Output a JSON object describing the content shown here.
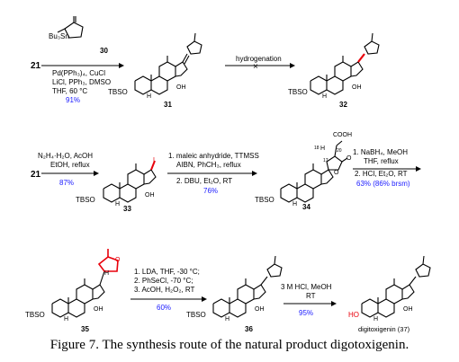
{
  "colors": {
    "bond": "#000000",
    "blue": "#1a1aff",
    "red": "#e8000b"
  },
  "row1": {
    "start": "21",
    "reagent_top_a": "Bu₃Sn",
    "reagent_top_num": "30",
    "conditions": [
      "Pd(PPh₃)₄, CuCl",
      "LiCl, PPh₃, DMSO",
      "THF, 60 °C"
    ],
    "yield": "91%",
    "cpd31": "31",
    "cpd31_tbso": "TBSO",
    "cpd31_h": "H",
    "cpd31_oh": "OH",
    "hydrogenation": "hydrogenation",
    "cpd32": "32",
    "cpd32_tbso": "TBSO",
    "cpd32_h": "H",
    "cpd32_oh": "OH"
  },
  "row2": {
    "cond_top_a": "N₂H₄·H₂O, AcOH",
    "cond_top_b": "EtOH, reflux",
    "start": "21",
    "yield_a": "87%",
    "cpd33": "33",
    "cpd33_tbso": "TBSO",
    "cpd33_h": "H",
    "cpd33_oh": "OH",
    "cpd33_i": "I",
    "cond_b": [
      "1. maleic anhydride, TTMSS",
      "AIBN, PhCH₃, reflux",
      "2. DBU, Et₂O, RT"
    ],
    "yield_b": "76%",
    "cpd34": "34",
    "cpd34_tbso": "TBSO",
    "cpd34_h": "H",
    "cpd34_cooh": "COOH",
    "cpd34_o1": "O",
    "cpd34_o2": "O",
    "cpd34_n18": "18",
    "cpd34_n17": "17",
    "cpd34_n20": "20",
    "cond_c": [
      "1. NaBH₄, MeOH",
      "THF, reflux",
      "2. HCl, Et₂O, RT"
    ],
    "yield_c": "63% (86% brsm)"
  },
  "row3": {
    "cpd35": "35",
    "cpd35_tbso": "TBSO",
    "cpd35_h": "H",
    "cpd35_oh": "OH",
    "cpd35_h2": "H",
    "cond_d": [
      "1. LDA, THF, -30 °C;",
      "2. PhSeCl, -70 °C;",
      "3. AcOH, H₂O₂, RT"
    ],
    "yield_d": "60%",
    "cpd36": "36",
    "cpd36_tbso": "TBSO",
    "cpd36_h": "H",
    "cpd36_oh": "OH",
    "cond_e": [
      "3 M HCl, MeOH",
      "RT"
    ],
    "yield_e": "95%",
    "final_ho": "HO",
    "final_h": "H",
    "final_oh": "OH",
    "final_name": "digitoxigenin (37)"
  },
  "caption": "Figure 7. The synthesis route of the natural product digotoxigenin."
}
